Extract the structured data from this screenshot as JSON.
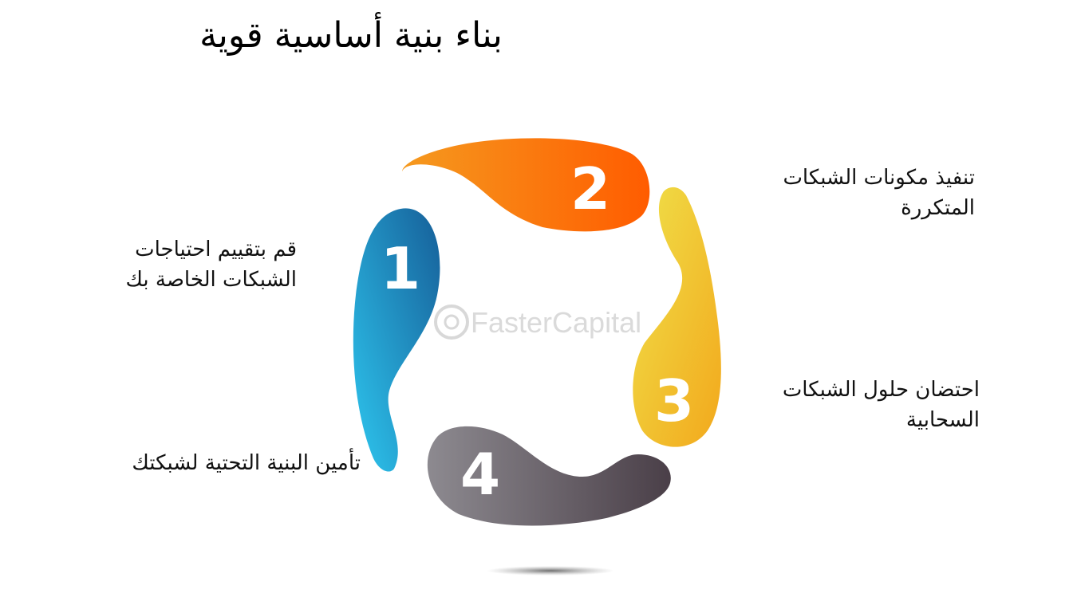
{
  "title": "بناء بنية أساسية قوية",
  "watermark": "FasterCapital",
  "steps": [
    {
      "number": "1",
      "lines": [
        "قم بتقييم احتياجات",
        "الشبكات الخاصة بك"
      ],
      "color": "#1f8fd0"
    },
    {
      "number": "2",
      "lines": [
        "تنفيذ مكونات الشبكات",
        "المتكررة"
      ],
      "color": "#f76b0c"
    },
    {
      "number": "3",
      "lines": [
        "احتضان حلول الشبكات",
        "السحابية"
      ],
      "color": "#f3c21e"
    },
    {
      "number": "4",
      "lines": [
        "تأمين البنية التحتية لشبكتك"
      ],
      "color": "#6e6a72"
    }
  ]
}
